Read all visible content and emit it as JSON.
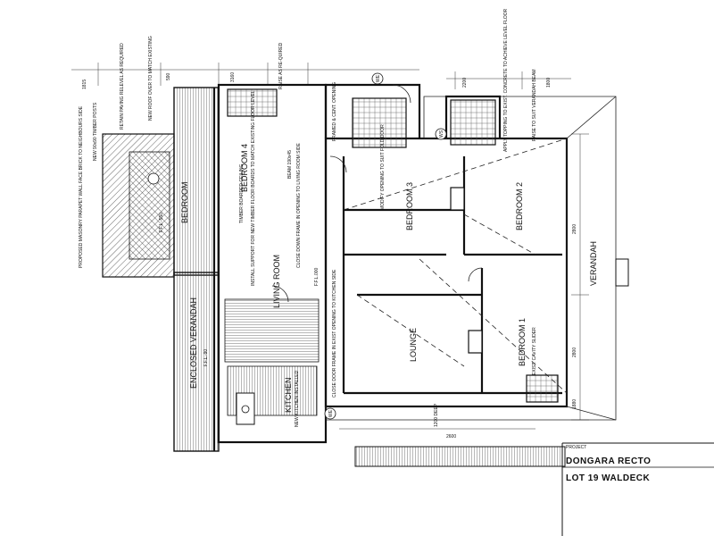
{
  "rooms": {
    "bedroom_4": "BEDROOM 4",
    "bedroom_3": "BEDROOM 3",
    "bedroom_2": "BEDROOM 2",
    "bedroom_1": "BEDROOM 1",
    "living_room": "LIVING ROOM",
    "lounge": "LOUNGE",
    "kitchen": "KITCHEN",
    "verandah": "VERANDAH",
    "enclosed_verandah": "ENCLOSED VERANDAH",
    "bedroom_west": "BEDROOM"
  },
  "levels": {
    "ffl_main": "F.F.L.000",
    "ffl_west": "F.F.L.-550",
    "ffl_enclosed": "F.F.L.-90"
  },
  "labels": {
    "we_top": "WE",
    "ws": "WS",
    "we_bottom": "WE"
  },
  "notes": {
    "timber_posts": "NEW 90x90 TIMBER POSTS",
    "retain_paving": "RETAIN PAVING RELEVEL AS REQUIRED",
    "new_roof": "NEW ROOF OVER TO MATCH EXISTING",
    "parapet": "PROPOSED MASONRY PARAPET WALL FACE BRICK TO NEIGHBOURS SIDE",
    "install_support": "INSTALL SUPPORT FOR NEW TIMBER FLOOR BOARDS TO MATCH EXISTING FLOOR LEVEL",
    "close_down": "CLOSE DOWN FRAME IN OPENING TO LIVING ROOM SIDE",
    "existing_opening": "CLOSE DOOR FRAME IN EXIST OPENING TO KITCHEN SIDE",
    "framed_opening": "FRAMED & CENT. OPENING",
    "modify_opening": "MODIFY OPENING TO SUIT FOLD DOOR",
    "raise": "RAISE AS RE-QUIRED",
    "apply_topping": "APPLY TOPPING TO EXIST. CONCRETE TO ACHIEVE LEVEL FLOOR",
    "raise_beam": "RAISE TO SUIT VERANDAH BEAM",
    "timber_beam": "BEAM 190x45",
    "tp_skin": "TIMBER BOARDED CEILING",
    "cavity": "EXIST. CAVITY SLIDER",
    "ens": "1200 DEEP",
    "existing_kitchen": "NEW KITCHEN INSTALLED"
  },
  "dimensions": {
    "d_top_left": "1815",
    "d_top_2": "590",
    "d_top_3": "3160",
    "d_top_4": "2200",
    "d_top_5": "1800",
    "d_right_1": "2800",
    "d_right_2": "2800",
    "d_right_3": "1880",
    "d_bottom": "2600"
  },
  "title_block": {
    "line1": "DONGARA RECTO",
    "line2": "LOT 19 WALDECK",
    "header": "PROJECT"
  }
}
